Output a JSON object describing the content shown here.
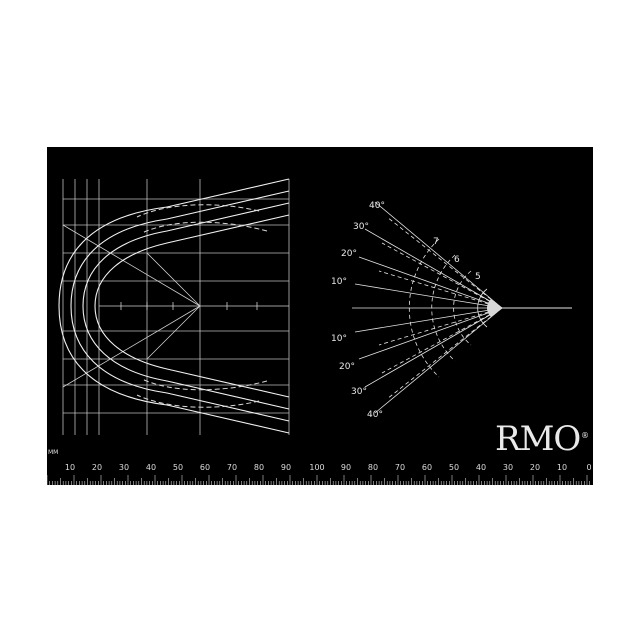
{
  "brand": {
    "name": "RMO",
    "mark": "®"
  },
  "scale": {
    "unit": "MM",
    "left_labels": [
      "10",
      "20",
      "30",
      "40",
      "50",
      "60",
      "70",
      "80",
      "90"
    ],
    "center_label": "100",
    "right_labels": [
      "90",
      "80",
      "70",
      "60",
      "50",
      "40",
      "30",
      "20",
      "10",
      "0"
    ]
  },
  "fan": {
    "upper_angles": [
      "40°",
      "30°",
      "20°",
      "10°"
    ],
    "lower_angles": [
      "10°",
      "20°",
      "30°",
      "40°"
    ],
    "arc_labels": [
      "7",
      "6",
      "5"
    ]
  }
}
